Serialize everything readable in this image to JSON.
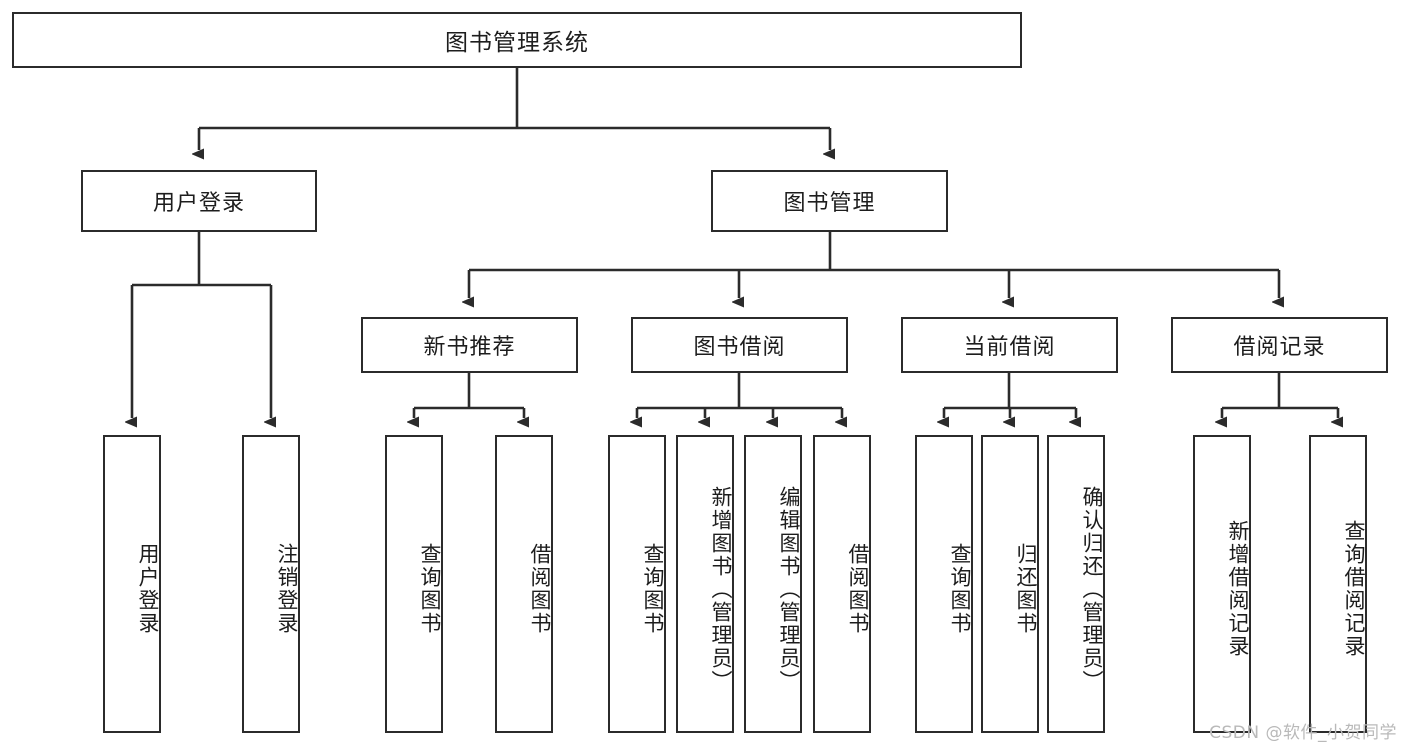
{
  "diagram": {
    "type": "tree",
    "title": "图书管理系统",
    "root": {
      "label": "图书管理系统"
    },
    "level2": [
      {
        "label": "用户登录"
      },
      {
        "label": "图书管理"
      }
    ],
    "level3": [
      {
        "label": "新书推荐"
      },
      {
        "label": "图书借阅"
      },
      {
        "label": "当前借阅"
      },
      {
        "label": "借阅记录"
      }
    ],
    "leaves": {
      "user_login": [
        {
          "label": "用户登录"
        },
        {
          "label": "注销登录"
        }
      ],
      "new_book_recommend": [
        {
          "label": "查询图书"
        },
        {
          "label": "借阅图书"
        }
      ],
      "book_borrow": [
        {
          "label": "查询图书"
        },
        {
          "label": "新增图书（管理员）"
        },
        {
          "label": "编辑图书（管理员）"
        },
        {
          "label": "借阅图书"
        }
      ],
      "current_borrow": [
        {
          "label": "查询图书"
        },
        {
          "label": "归还图书"
        },
        {
          "label": "确认归还（管理员）"
        }
      ],
      "borrow_record": [
        {
          "label": "新增借阅记录"
        },
        {
          "label": "查询借阅记录"
        }
      ]
    }
  },
  "watermark": {
    "text": "CSDN @软件_小贺同学"
  },
  "colors": {
    "stroke": "#2b2b2b",
    "background": "#ffffff",
    "text": "#1d1d1d",
    "watermark": "#b9b9b9"
  }
}
